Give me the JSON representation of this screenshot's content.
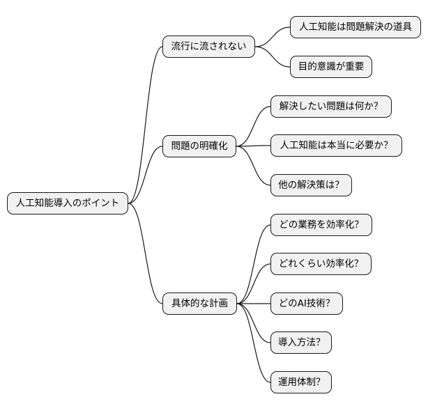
{
  "mindmap": {
    "root": {
      "label": "人工知能導入のポイント"
    },
    "branches": [
      {
        "label": "流行に流されない",
        "children": [
          {
            "label": "人工知能は問題解決の道具"
          },
          {
            "label": "目的意識が重要"
          }
        ]
      },
      {
        "label": "問題の明確化",
        "children": [
          {
            "label": "解決したい問題は何か？"
          },
          {
            "label": "人工知能は本当に必要か？"
          },
          {
            "label": "他の解決策は？"
          }
        ]
      },
      {
        "label": "具体的な計画",
        "children": [
          {
            "label": "どの業務を効率化？"
          },
          {
            "label": "どれくらい効率化？"
          },
          {
            "label": "どのAI技術？"
          },
          {
            "label": "導入方法？"
          },
          {
            "label": "運用体制？"
          }
        ]
      }
    ]
  },
  "style": {
    "node_fill": "#f1f1f1",
    "node_border": "#181818",
    "connector_color": "#181818"
  }
}
